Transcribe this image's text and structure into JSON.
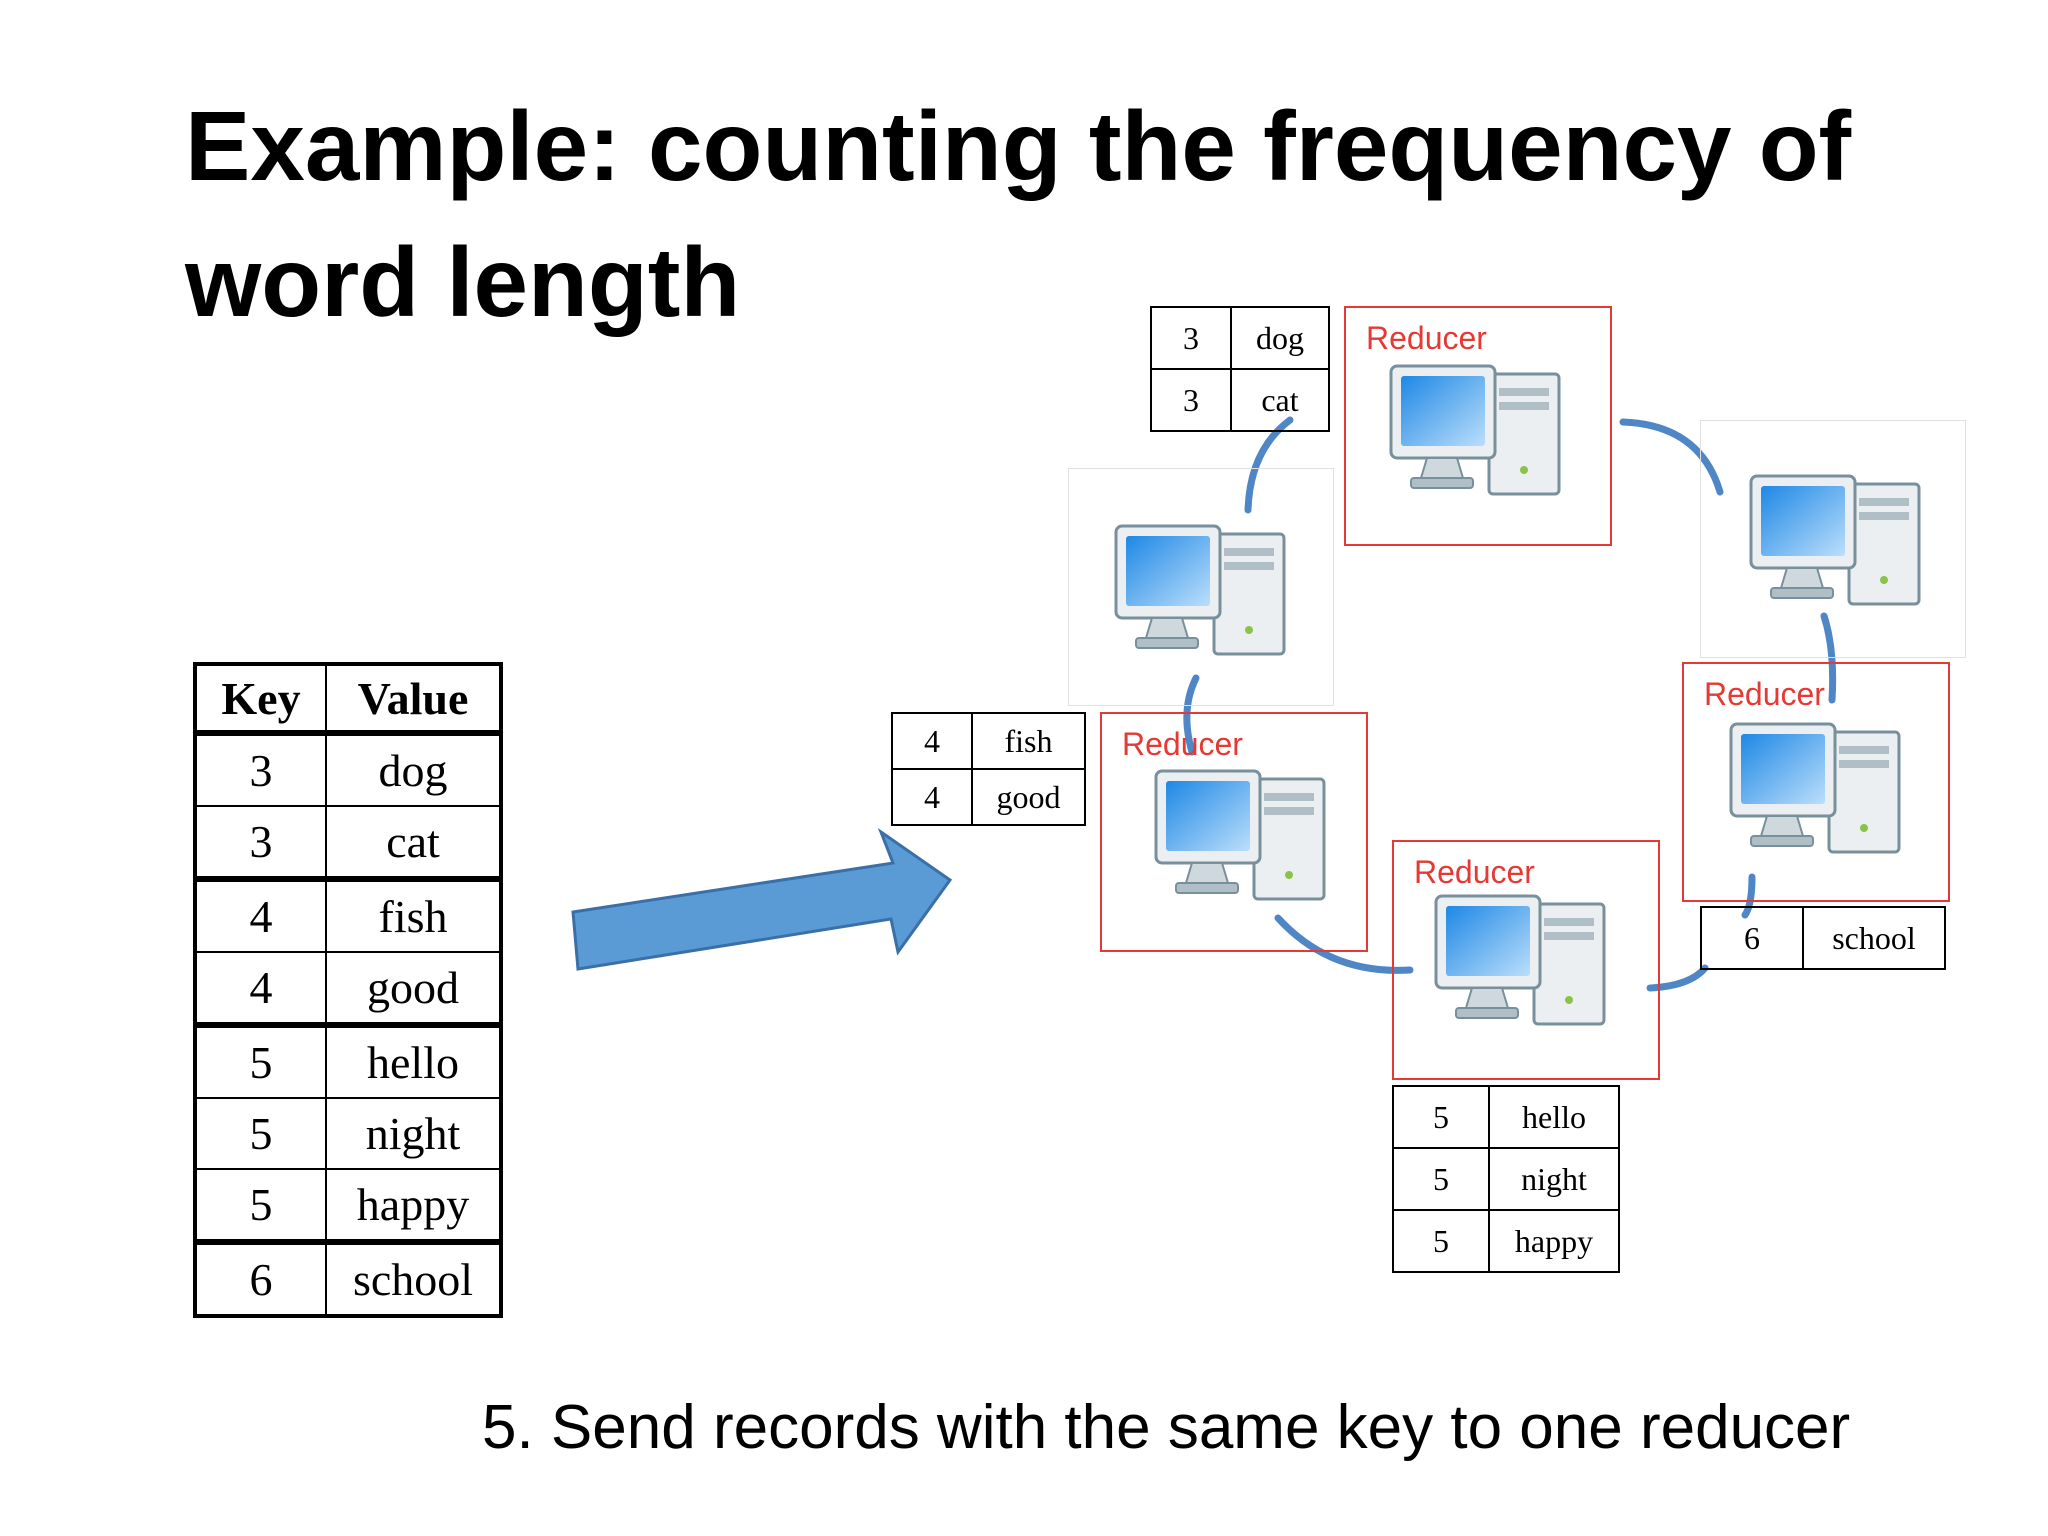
{
  "title": "Example: counting the frequency of word length",
  "caption": "5. Send records with the same key to one reducer",
  "reducer_label": "Reducer",
  "main_table": {
    "headers": [
      "Key",
      "Value"
    ],
    "rows": [
      [
        "3",
        "dog"
      ],
      [
        "3",
        "cat"
      ],
      [
        "4",
        "fish"
      ],
      [
        "4",
        "good"
      ],
      [
        "5",
        "hello"
      ],
      [
        "5",
        "night"
      ],
      [
        "5",
        "happy"
      ],
      [
        "6",
        "school"
      ]
    ]
  },
  "tables": {
    "t3": [
      [
        "3",
        "dog"
      ],
      [
        "3",
        "cat"
      ]
    ],
    "t4": [
      [
        "4",
        "fish"
      ],
      [
        "4",
        "good"
      ]
    ],
    "t5": [
      [
        "5",
        "hello"
      ],
      [
        "5",
        "night"
      ],
      [
        "5",
        "happy"
      ]
    ],
    "t6": [
      [
        "6",
        "school"
      ]
    ]
  },
  "colors": {
    "reducer": "#e53935",
    "arrow": "#5b9bd5",
    "link": "#4f86c6"
  }
}
